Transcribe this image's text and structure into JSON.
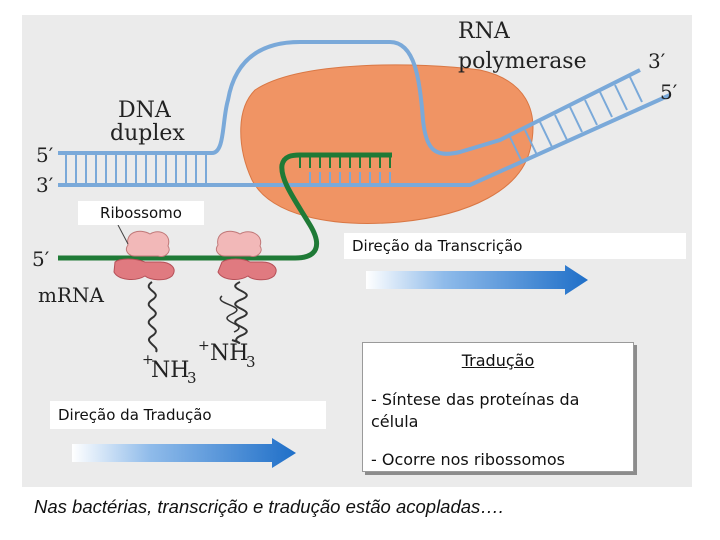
{
  "diagram": {
    "dna_duplex_label": [
      "DNA",
      "duplex"
    ],
    "rna_polymerase_label": [
      "RNA",
      "polymerase"
    ],
    "strand_labels": {
      "dna_top_left": "5′",
      "dna_bottom_left": "3′",
      "dna_top_right": "3′",
      "dna_bottom_right": "5′",
      "mrna_left": "5′"
    },
    "mrna_label": "mRNA",
    "nh3_left": "NH",
    "nh3_right": "NH",
    "nh3_sub": "3",
    "nh3_charge": "+"
  },
  "labels": {
    "ribossomo": "Ribossomo",
    "direcao_transcricao": "Direção da Transcrição",
    "direcao_traducao": "Direção da Tradução"
  },
  "traducao_box": {
    "title": "Tradução",
    "line1": "- Síntese das proteínas da célula",
    "line2": "- Ocorre nos ribossomos"
  },
  "caption": "Nas bactérias, transcrição e tradução estão acopladas….",
  "colors": {
    "dna": "#7aa9d9",
    "mrna": "#1f7a36",
    "polymerase": "#f09464",
    "ribosome_large": "#f2b8b8",
    "ribosome_small": "#e07a80",
    "arrow": "#2a7bd0",
    "panel": "#ebebeb"
  }
}
